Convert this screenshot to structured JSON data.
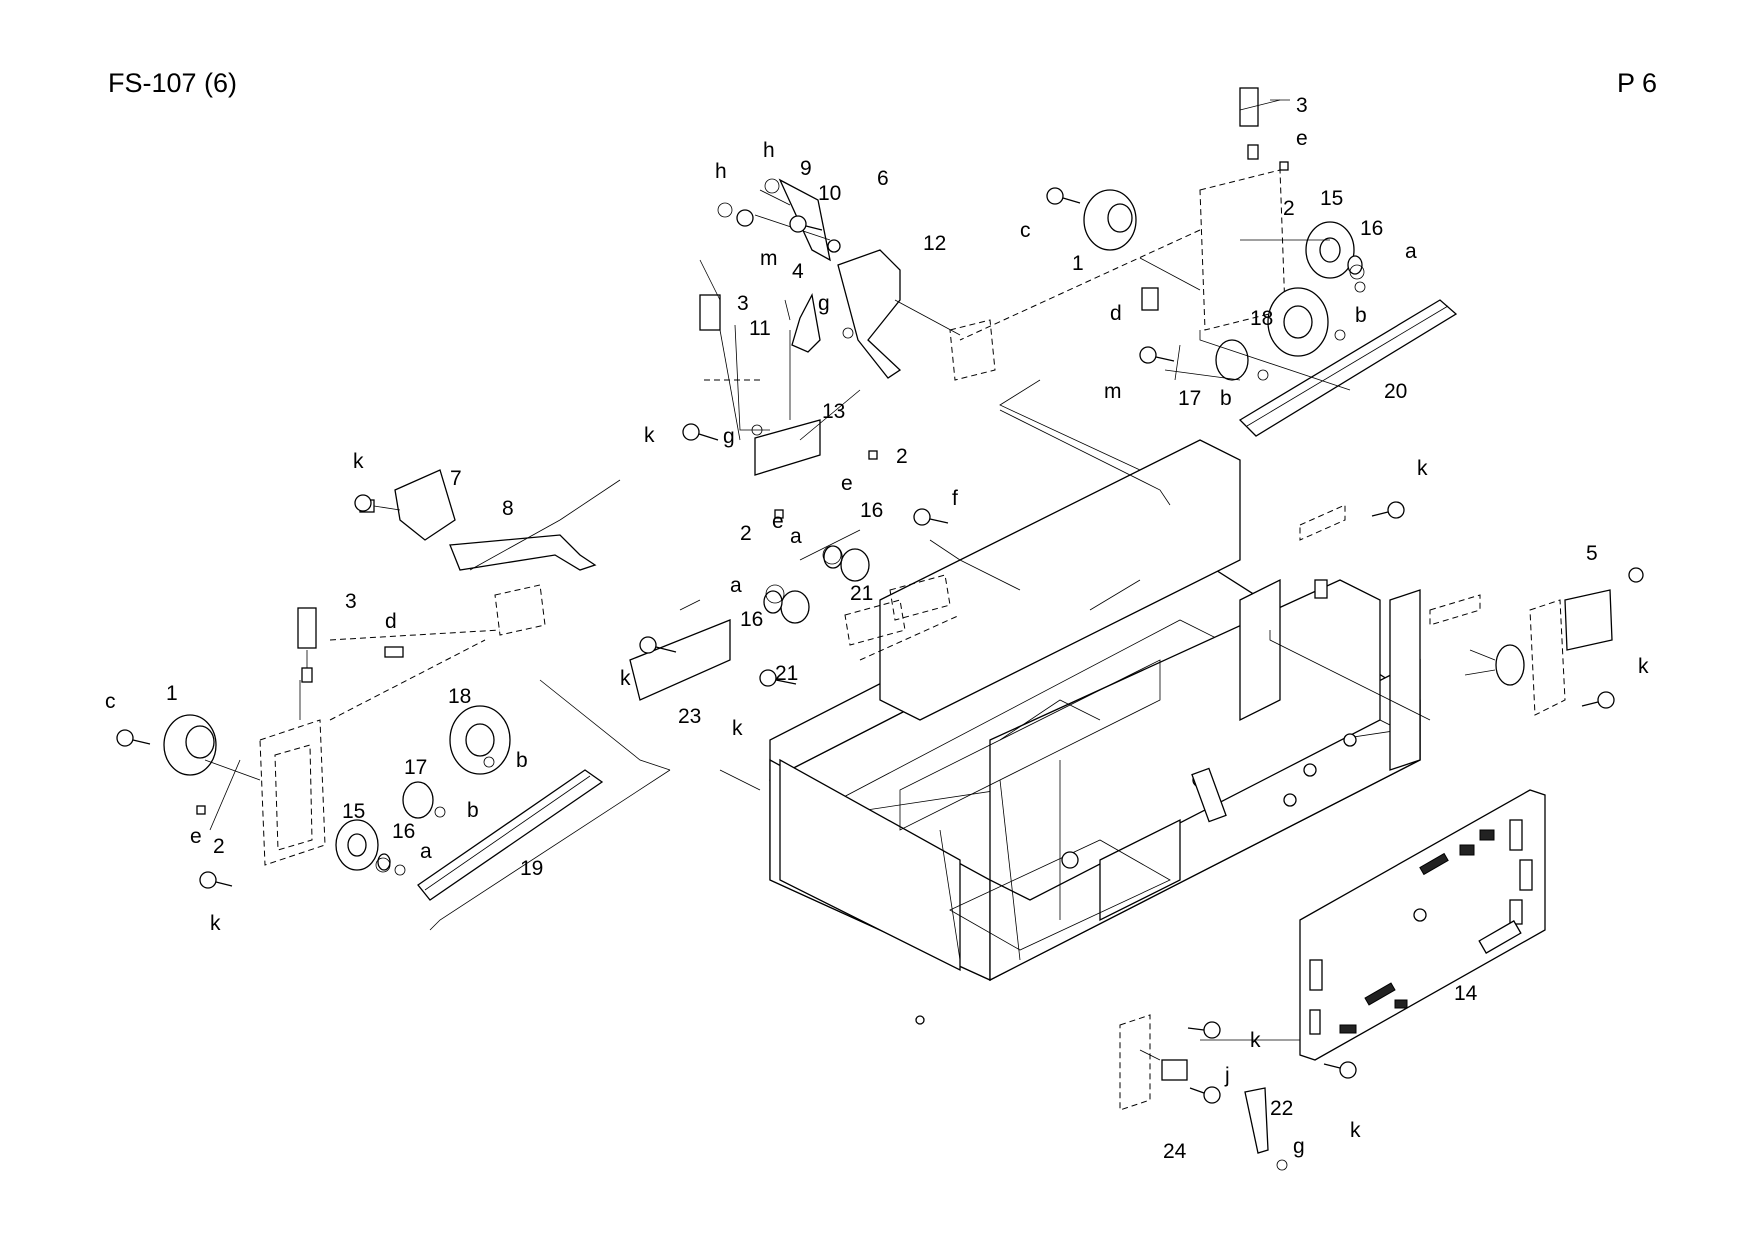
{
  "header": {
    "title": "FS-107 (6)",
    "page": "P 6"
  },
  "callouts": [
    {
      "text": "3"
    },
    {
      "text": "e"
    },
    {
      "text": "2"
    },
    {
      "text": "15"
    },
    {
      "text": "16"
    },
    {
      "text": "a"
    },
    {
      "text": "c"
    },
    {
      "text": "1"
    },
    {
      "text": "d"
    },
    {
      "text": "18"
    },
    {
      "text": "b"
    },
    {
      "text": "m"
    },
    {
      "text": "17"
    },
    {
      "text": "b"
    },
    {
      "text": "20"
    },
    {
      "text": "h"
    },
    {
      "text": "h"
    },
    {
      "text": "9"
    },
    {
      "text": "10"
    },
    {
      "text": "6"
    },
    {
      "text": "m"
    },
    {
      "text": "12"
    },
    {
      "text": "4"
    },
    {
      "text": "3"
    },
    {
      "text": "g"
    },
    {
      "text": "11"
    },
    {
      "text": "13"
    },
    {
      "text": "k"
    },
    {
      "text": "g"
    },
    {
      "text": "2"
    },
    {
      "text": "e"
    },
    {
      "text": "k"
    },
    {
      "text": "7"
    },
    {
      "text": "8"
    },
    {
      "text": "2"
    },
    {
      "text": "e"
    },
    {
      "text": "a"
    },
    {
      "text": "16"
    },
    {
      "text": "21"
    },
    {
      "text": "f"
    },
    {
      "text": "a"
    },
    {
      "text": "16"
    },
    {
      "text": "21"
    },
    {
      "text": "k"
    },
    {
      "text": "23"
    },
    {
      "text": "k"
    },
    {
      "text": "3"
    },
    {
      "text": "d"
    },
    {
      "text": "c"
    },
    {
      "text": "1"
    },
    {
      "text": "18"
    },
    {
      "text": "b"
    },
    {
      "text": "17"
    },
    {
      "text": "b"
    },
    {
      "text": "15"
    },
    {
      "text": "16"
    },
    {
      "text": "a"
    },
    {
      "text": "e"
    },
    {
      "text": "2"
    },
    {
      "text": "19"
    },
    {
      "text": "k"
    },
    {
      "text": "k"
    },
    {
      "text": "5"
    },
    {
      "text": "k"
    },
    {
      "text": "14"
    },
    {
      "text": "k"
    },
    {
      "text": "j"
    },
    {
      "text": "k"
    },
    {
      "text": "22"
    },
    {
      "text": "24"
    },
    {
      "text": "g"
    }
  ]
}
